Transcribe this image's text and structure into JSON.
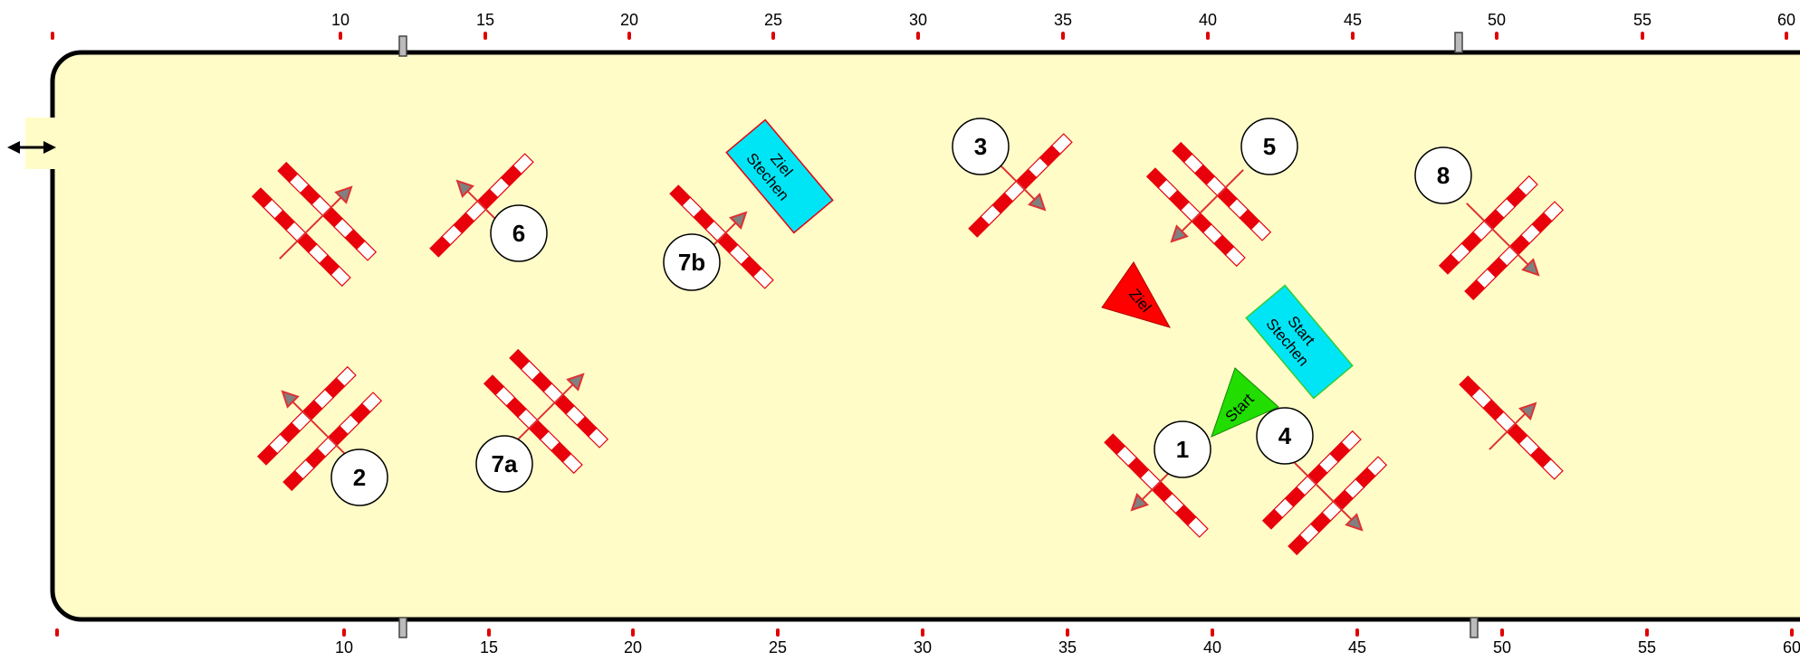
{
  "ruler": {
    "top_ticks": [
      "10",
      "15",
      "20",
      "25",
      "30",
      "35",
      "40",
      "45",
      "50",
      "55",
      "60"
    ],
    "bottom_ticks": [
      "10",
      "15",
      "20",
      "25",
      "30",
      "35",
      "40",
      "45",
      "50",
      "55",
      "60"
    ],
    "tick_color": "#e00000"
  },
  "arena": {
    "fill": "#fffcc8",
    "border": "#000000",
    "entrance_icon": "double-arrow-icon"
  },
  "obstacle_colors": {
    "rail_red": "#e8000b",
    "rail_white": "#ffffff",
    "arrow": "#e03030",
    "arrow_head": "#808080"
  },
  "obstacles": [
    {
      "id": "double-nw",
      "label": ""
    },
    {
      "id": "vertical-6",
      "label": "6"
    },
    {
      "id": "vertical-7b",
      "label": "7b"
    },
    {
      "id": "vertical-3",
      "label": "3"
    },
    {
      "id": "double-5",
      "label": "5"
    },
    {
      "id": "double-8",
      "label": "8"
    },
    {
      "id": "double-2",
      "label": "2"
    },
    {
      "id": "double-7a",
      "label": "7a"
    },
    {
      "id": "vertical-1",
      "label": "1"
    },
    {
      "id": "double-4",
      "label": "4"
    },
    {
      "id": "vertical-e",
      "label": ""
    }
  ],
  "flags": {
    "ziel": {
      "label": "Ziel",
      "color": "#ff0000"
    },
    "start": {
      "label": "Start",
      "color": "#22dd00"
    }
  },
  "signs": {
    "ziel_stechen": {
      "line1": "Ziel",
      "line2": "Stechen",
      "color": "#00e5f5"
    },
    "start_stechen": {
      "line1": "Start",
      "line2": "Stechen",
      "color": "#00e5f5"
    }
  }
}
